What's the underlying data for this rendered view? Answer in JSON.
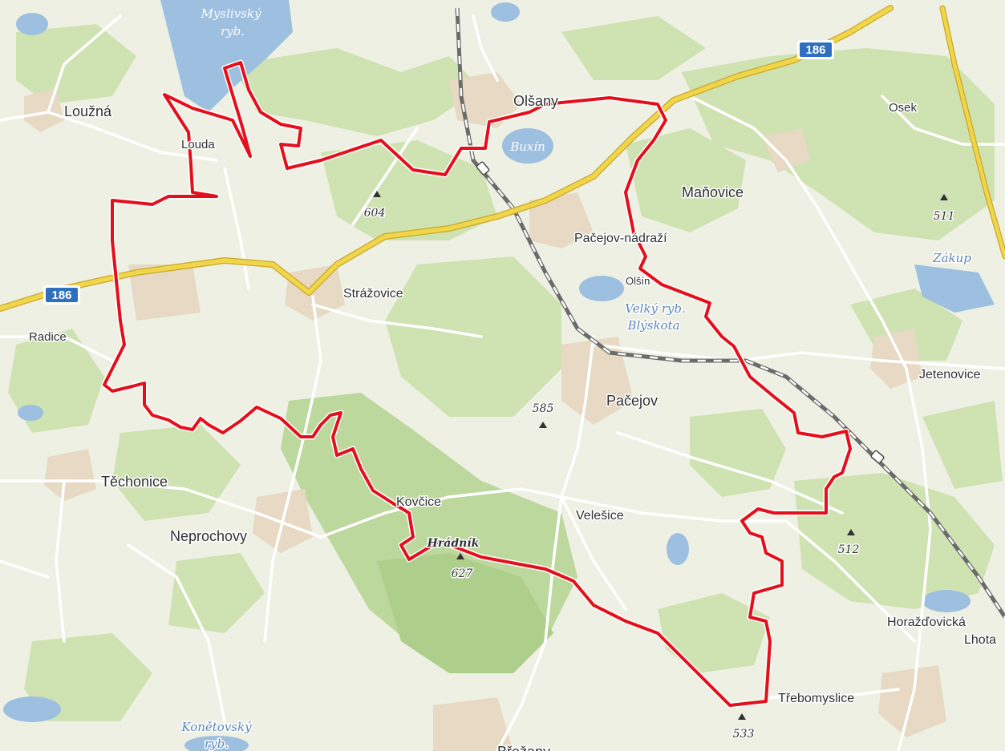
{
  "map": {
    "towns": [
      {
        "id": "louzna",
        "label": "Loužná"
      },
      {
        "id": "houda",
        "label": "Louda"
      },
      {
        "id": "olsany",
        "label": "Olšany"
      },
      {
        "id": "osek",
        "label": "Osek"
      },
      {
        "id": "manovice",
        "label": "Maňovice"
      },
      {
        "id": "pacejov-nadrazi",
        "label": "Pačejov-nádraží"
      },
      {
        "id": "strazovice",
        "label": "Strážovice"
      },
      {
        "id": "radice",
        "label": "Radice"
      },
      {
        "id": "olsin",
        "label": "Olšín"
      },
      {
        "id": "pacejov",
        "label": "Pačejov"
      },
      {
        "id": "jetenovice",
        "label": "Jetenovice"
      },
      {
        "id": "techonice",
        "label": "Těchonice"
      },
      {
        "id": "neprochovy",
        "label": "Neprochovy"
      },
      {
        "id": "kovcice",
        "label": "Kovčice"
      },
      {
        "id": "velesice",
        "label": "Velešice"
      },
      {
        "id": "horazdovicka-lhota-1",
        "label": "Horažďovická"
      },
      {
        "id": "horazdovicka-lhota-2",
        "label": "Lhota"
      },
      {
        "id": "trebomyslice",
        "label": "Třebomyslice"
      },
      {
        "id": "bottom-town",
        "label": "Břežany"
      }
    ],
    "water": [
      {
        "id": "myslivsky-1",
        "label": "Myslivský"
      },
      {
        "id": "myslivsky-2",
        "label": "ryb."
      },
      {
        "id": "buxin",
        "label": "Buxín"
      },
      {
        "id": "velky-1",
        "label": "Velký ryb."
      },
      {
        "id": "velky-2",
        "label": "Blýskota"
      },
      {
        "id": "zakup",
        "label": "Zákup"
      },
      {
        "id": "konetovsky-1",
        "label": "Konětovský"
      },
      {
        "id": "konetovsky-2",
        "label": "ryb."
      }
    ],
    "peaks": [
      {
        "id": "604",
        "label": "604"
      },
      {
        "id": "511",
        "label": "511"
      },
      {
        "id": "585",
        "label": "585"
      },
      {
        "id": "627",
        "label": "627"
      },
      {
        "id": "hill-name",
        "label": "Hrádník"
      },
      {
        "id": "512",
        "label": "512"
      },
      {
        "id": "533",
        "label": "533"
      }
    ],
    "road_shields": [
      {
        "id": "shield-ne",
        "label": "186"
      },
      {
        "id": "shield-w",
        "label": "186"
      }
    ],
    "colors": {
      "background": "#eef0e4",
      "forest": "#cfe2b1",
      "forest_dark": "#b9d79a",
      "water": "#9dbfe0",
      "road_main": "#f1d54a",
      "road_minor": "#ffffff",
      "route": "#e3101c",
      "urban": "#e7d9c3",
      "shield": "#2f6fbf"
    }
  }
}
